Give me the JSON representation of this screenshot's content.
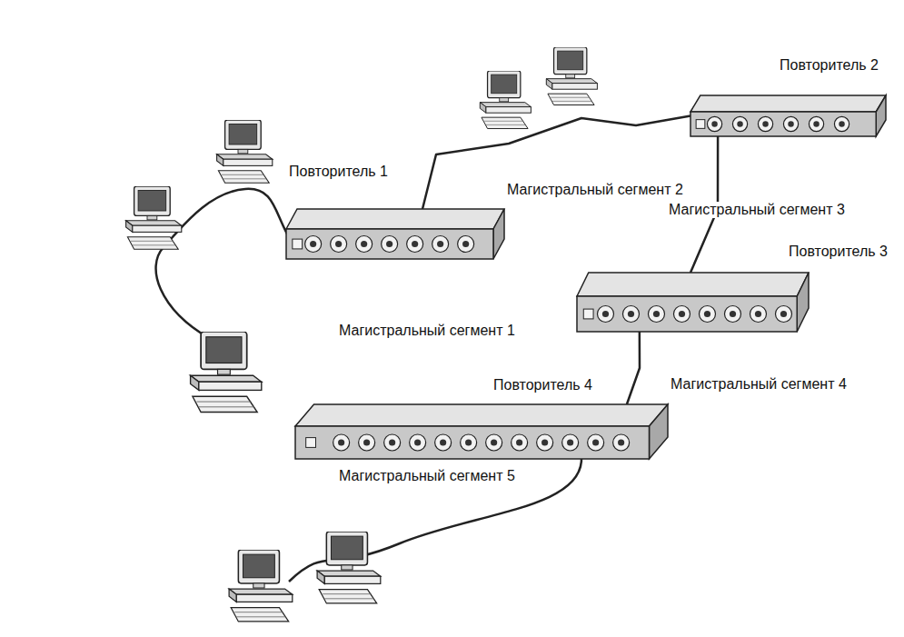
{
  "diagram": {
    "nodes": [
      {
        "text": [
          "Повторитель 1"
        ]
      },
      {
        "text": [
          "Повторитель 2"
        ]
      },
      {
        "text": [
          "Повторитель 3"
        ]
      },
      {
        "text": [
          "Повторитель 4"
        ]
      }
    ],
    "edges": [
      {
        "from": 0,
        "to": 1,
        "arrow": "none",
        "label": "Магистральный сегмент 2"
      },
      {
        "from": 1,
        "to": 2,
        "arrow": "none",
        "label": "Магистральный сегмент 3"
      },
      {
        "from": 2,
        "to": 3,
        "arrow": "none",
        "label": "Магистральный сегмент 4"
      }
    ],
    "labels": [
      "Магистральный сегмент 1",
      "Магистральный сегмент 5"
    ]
  }
}
